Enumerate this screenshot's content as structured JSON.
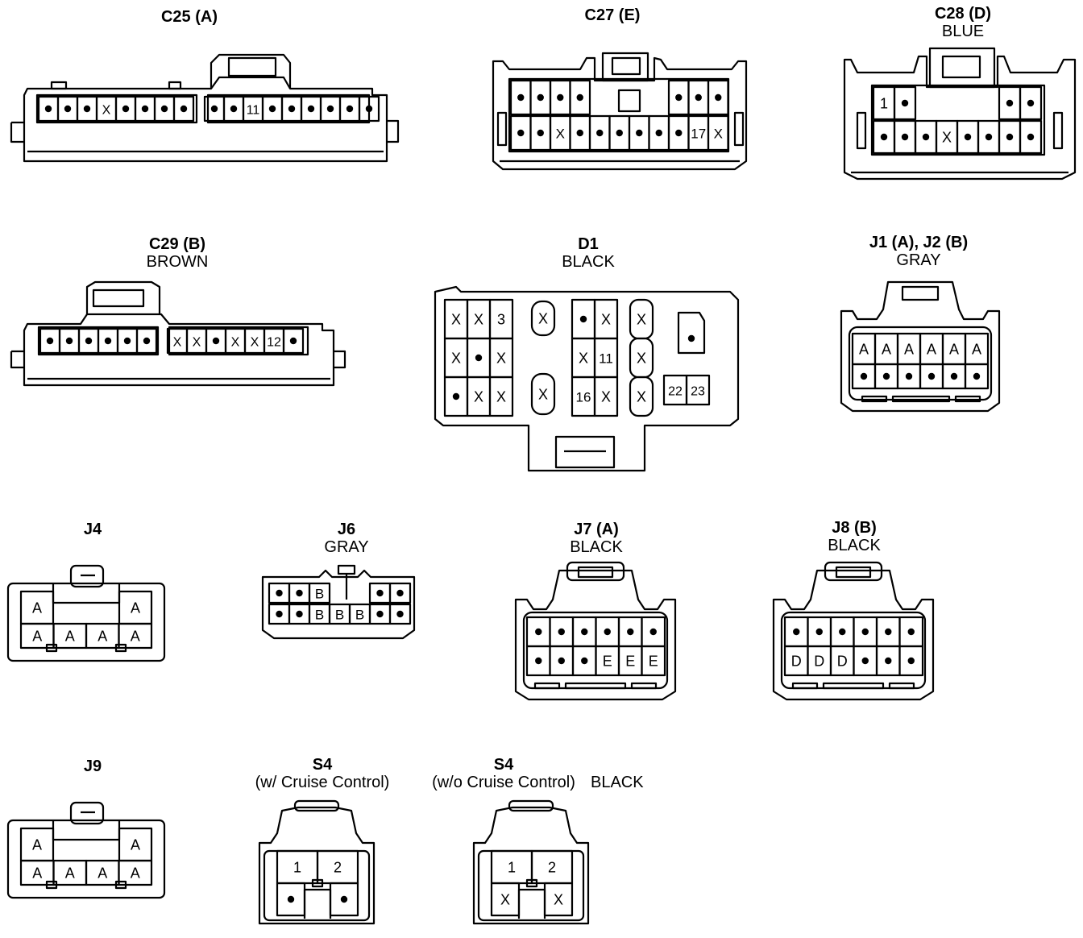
{
  "connectors": [
    {
      "id": "c25",
      "title": "C25 (A)",
      "subtitle": "",
      "rows": [
        [
          "•",
          "•",
          "•",
          "X",
          "•",
          "•",
          "•",
          "•",
          "",
          "•",
          "•",
          "11",
          "•",
          "•",
          "•",
          "•",
          "•",
          "•"
        ]
      ]
    },
    {
      "id": "c27",
      "title": "C27 (E)",
      "subtitle": "",
      "rows": [
        [
          "•",
          "•",
          "•",
          "•",
          "",
          "",
          "",
          "",
          "•",
          "•",
          "•"
        ],
        [
          "•",
          "•",
          "X",
          "•",
          "•",
          "•",
          "•",
          "•",
          "•",
          "17",
          "X"
        ]
      ]
    },
    {
      "id": "c28",
      "title": "C28 (D)",
      "subtitle": "BLUE",
      "rows": [
        [
          "1",
          "•",
          "",
          "",
          "",
          "",
          "•",
          "•"
        ],
        [
          "•",
          "•",
          "•",
          "X",
          "•",
          "•",
          "•",
          "•"
        ]
      ]
    },
    {
      "id": "c29",
      "title": "C29 (B)",
      "subtitle": "BROWN",
      "rows": [
        [
          "•",
          "•",
          "•",
          "•",
          "•",
          "•",
          "",
          "X",
          "X",
          "•",
          "X",
          "X",
          "12",
          "•"
        ]
      ]
    },
    {
      "id": "d1",
      "title": "D1",
      "subtitle": "BLACK",
      "rows": [
        [
          "X",
          "X",
          "3",
          "X",
          "•",
          "X",
          "X"
        ],
        [
          "X",
          "•",
          "X",
          "X",
          "11",
          "X"
        ],
        [
          "•",
          "X",
          "X",
          "X",
          "16",
          "X",
          "X",
          "22",
          "23"
        ]
      ]
    },
    {
      "id": "j1j2",
      "title": "J1 (A), J2 (B)",
      "subtitle": "GRAY",
      "rows": [
        [
          "A",
          "A",
          "A",
          "A",
          "A",
          "A"
        ],
        [
          "•",
          "•",
          "•",
          "•",
          "•",
          "•"
        ]
      ]
    },
    {
      "id": "j4",
      "title": "J4",
      "subtitle": "",
      "rows": [
        [
          "A",
          "A"
        ],
        [
          "A",
          "A",
          "A",
          "A"
        ]
      ]
    },
    {
      "id": "j6",
      "title": "J6",
      "subtitle": "GRAY",
      "rows": [
        [
          "•",
          "•",
          "B",
          "•",
          "•"
        ],
        [
          "•",
          "•",
          "B",
          "B",
          "B",
          "•",
          "•"
        ]
      ]
    },
    {
      "id": "j7",
      "title": "J7 (A)",
      "subtitle": "BLACK",
      "rows": [
        [
          "•",
          "•",
          "•",
          "•",
          "•",
          "•"
        ],
        [
          "•",
          "•",
          "•",
          "E",
          "E",
          "E"
        ]
      ]
    },
    {
      "id": "j8",
      "title": "J8 (B)",
      "subtitle": "BLACK",
      "rows": [
        [
          "•",
          "•",
          "•",
          "•",
          "•",
          "•"
        ],
        [
          "D",
          "D",
          "D",
          "•",
          "•",
          "•"
        ]
      ]
    },
    {
      "id": "j9",
      "title": "J9",
      "subtitle": "",
      "rows": [
        [
          "A",
          "A"
        ],
        [
          "A",
          "A",
          "A",
          "A"
        ]
      ]
    },
    {
      "id": "s4a",
      "title": "S4",
      "subtitle": "(w/ Cruise Control)",
      "rows": [
        [
          "1",
          "2"
        ],
        [
          "•",
          "•"
        ]
      ]
    },
    {
      "id": "s4b",
      "title": "S4",
      "subtitle": "(w/o Cruise Control)",
      "color": "BLACK",
      "rows": [
        [
          "1",
          "2"
        ],
        [
          "X",
          "X"
        ]
      ]
    }
  ]
}
